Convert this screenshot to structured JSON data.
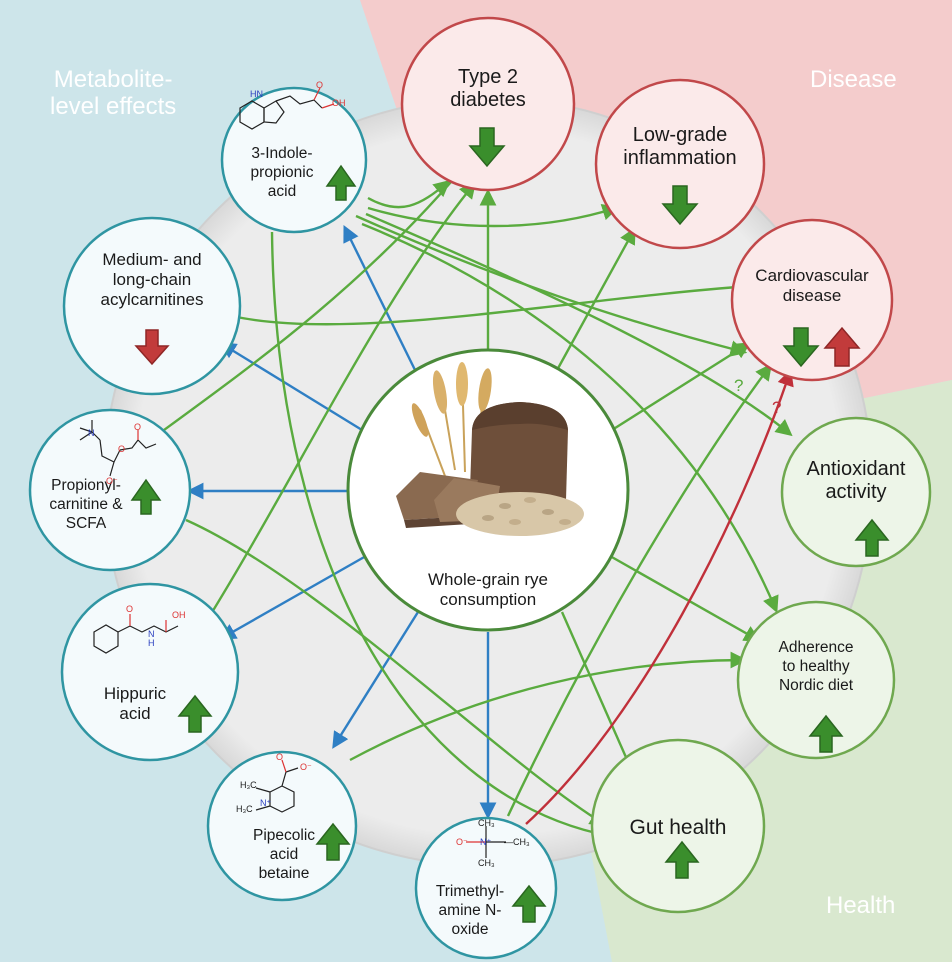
{
  "corners": {
    "metabolite": "Metabolite-\nlevel effects",
    "disease": "Disease",
    "health": "Health"
  },
  "center": {
    "label": "Whole-grain rye\nconsumption"
  },
  "metabolites": {
    "ipa": {
      "label": "3-Indole-\npropionic\nacid",
      "effect": "up"
    },
    "acyl": {
      "label": "Medium- and\nlong-chain\nacylcarnitines",
      "effect": "down"
    },
    "prop": {
      "label": "Propionyl-\ncarnitine &\nSCFA",
      "effect": "up"
    },
    "hipp": {
      "label": "Hippuric\nacid",
      "effect": "up"
    },
    "pipe": {
      "label": "Pipecolic\nacid\nbetaine",
      "effect": "up"
    },
    "tmao": {
      "label": "Trimethyl-\namine N-\noxide",
      "effect": "up"
    }
  },
  "outcomes": {
    "t2d": {
      "label": "Type 2\ndiabetes",
      "effect": "down"
    },
    "infl": {
      "label": "Low-grade\ninflammation",
      "effect": "down"
    },
    "cvd": {
      "label": "Cardiovascular\ndisease",
      "effect": "down-and-up"
    },
    "antiox": {
      "label": "Antioxidant\nactivity",
      "effect": "up"
    },
    "nordic": {
      "label": "Adherence\nto healthy\nNordic diet",
      "effect": "up"
    },
    "gut": {
      "label": "Gut health",
      "effect": "up"
    }
  },
  "chem_labels": {
    "ipa_nh": "HN",
    "ipa_oh": "OH",
    "ipa_o": "O",
    "prop_n": "N",
    "prop_o1": "O",
    "prop_o2": "O",
    "prop_om": "O⁻",
    "hipp_nh": "N\nH",
    "hipp_o": "O",
    "hipp_oh": "OH",
    "pipe_om": "O⁻",
    "pipe_o": "O",
    "pipe_h3c1": "H₃C",
    "pipe_h3c2": "H₃C",
    "pipe_n": "N⁺",
    "tmao_ch3a": "CH₃",
    "tmao_ch3b": "CH₃",
    "tmao_ch3c": "—CH₃",
    "tmao_n": "N⁺",
    "tmao_o": "O⁻"
  },
  "uncertain": {
    "q1": "?",
    "q2": "?"
  },
  "colors": {
    "metabolite_bg": "#cde5ea",
    "disease_bg": "#f4cccc",
    "health_bg": "#d9e8cf",
    "teal_border": "#2f95a2",
    "red_border": "#c1484a",
    "green_border": "#6fa84f",
    "center_border": "#4a8a3a",
    "blue_arrow": "#2f7fc4",
    "green_arrow": "#5aab3f",
    "red_arrow": "#c0303a",
    "up_arrow": "#3a8e2c",
    "down_arrow_red": "#c23b3b"
  }
}
